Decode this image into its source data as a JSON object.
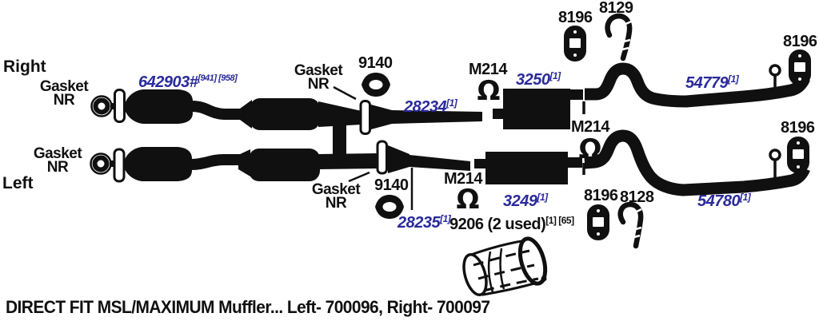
{
  "colors": {
    "ink": "#101010",
    "part_blue": "#2a2a9c"
  },
  "side_labels": {
    "right": "Right",
    "left": "Left"
  },
  "gasket_labels": {
    "right_front": {
      "line1": "Gasket",
      "line2": "NR"
    },
    "mid_top": {
      "line1": "Gasket",
      "line2": "NR"
    },
    "left_front": {
      "line1": "Gasket",
      "line2": "NR"
    },
    "mid_bottom": {
      "line1": "Gasket",
      "line2": "NR"
    }
  },
  "parts": {
    "p642903": {
      "num": "642903#",
      "sup": "[941] [958]"
    },
    "p9140_top": {
      "num": "9140"
    },
    "p28234": {
      "num": "28234",
      "sup": "[1]"
    },
    "pM214_top": {
      "num": "M214"
    },
    "p3250": {
      "num": "3250",
      "sup": "[1]"
    },
    "p8196_top": {
      "num": "8196"
    },
    "p8129": {
      "num": "8129"
    },
    "p54779": {
      "num": "54779",
      "sup": "[1]"
    },
    "p8196_topright": {
      "num": "8196"
    },
    "pM214_mid": {
      "num": "M214"
    },
    "p8196_right": {
      "num": "8196"
    },
    "pM214_bot": {
      "num": "M214"
    },
    "p3249": {
      "num": "3249",
      "sup": "[1]"
    },
    "p8196_bot": {
      "num": "8196"
    },
    "p8128": {
      "num": "8128"
    },
    "p54780": {
      "num": "54780",
      "sup": "[1]"
    },
    "p9140_bot": {
      "num": "9140"
    },
    "p28235": {
      "num": "28235",
      "sup": "[1]"
    },
    "p9206": {
      "num": "9206 (2 used)",
      "sup": "[1] [65]"
    }
  },
  "icons": {
    "clamp_omega": "Ω"
  },
  "footer": {
    "text": "DIRECT FIT MSL/MAXIMUM Muffler... Left- 700096, Right- 700097"
  }
}
